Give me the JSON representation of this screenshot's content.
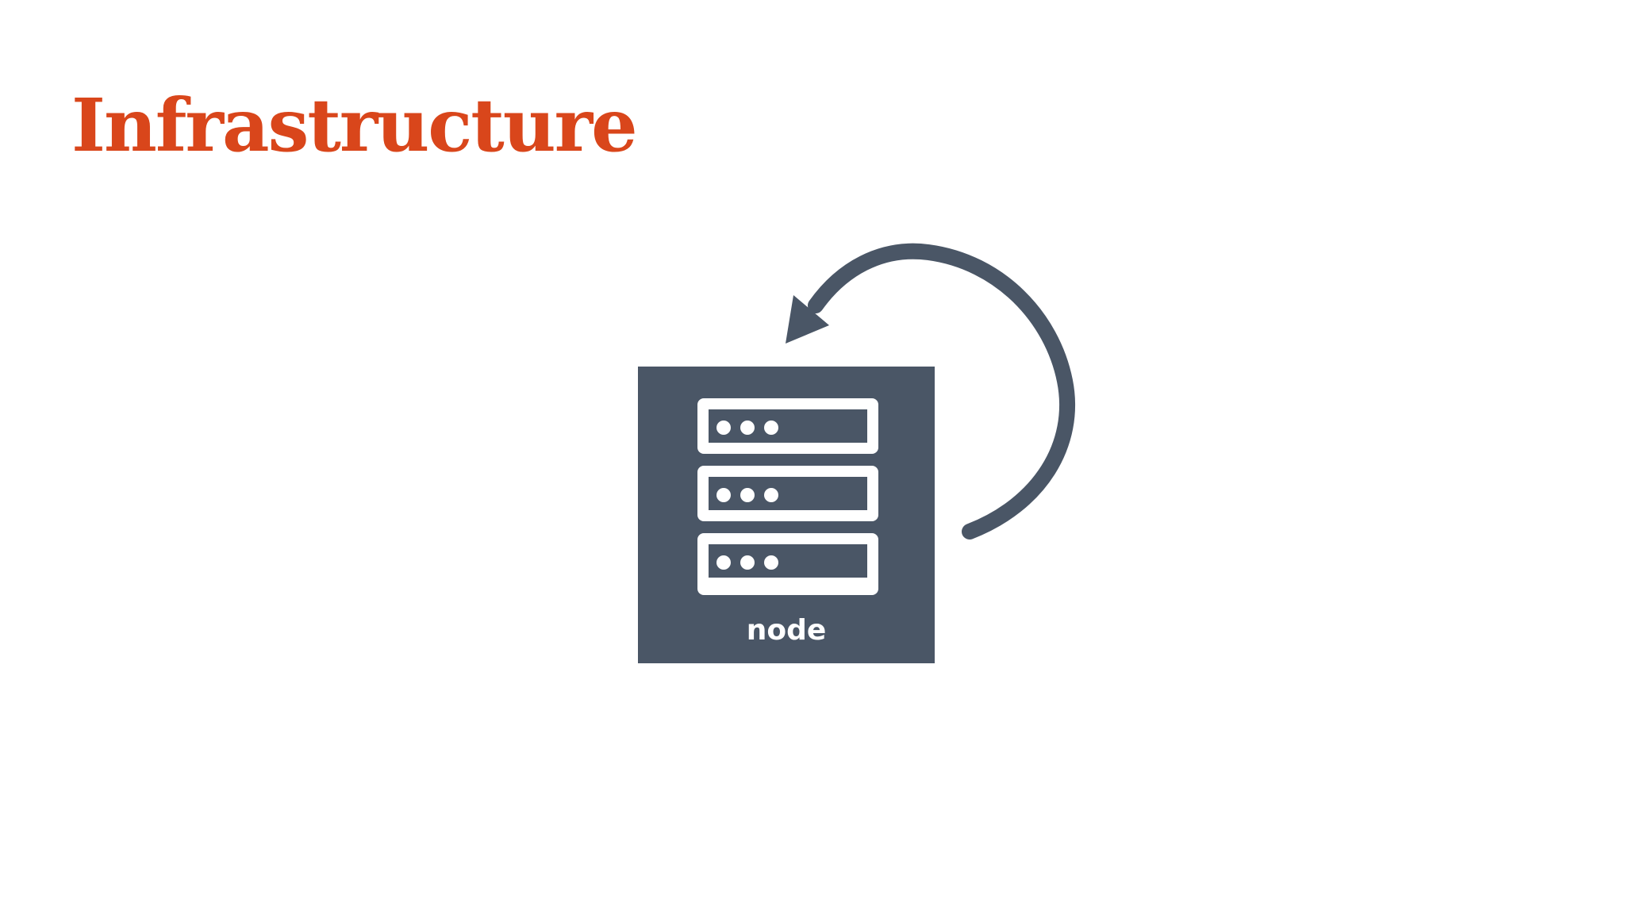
{
  "slide": {
    "title": "Infrastructure"
  },
  "diagram": {
    "node_label": "node",
    "server_units": 3,
    "leds_per_unit": 3,
    "colors": {
      "title": "#d9461b",
      "node_fill": "#4a5666",
      "node_foreground": "#ffffff",
      "arrow": "#4a5666"
    },
    "icons": [
      "server-rack-icon",
      "circular-arrow-icon"
    ]
  }
}
